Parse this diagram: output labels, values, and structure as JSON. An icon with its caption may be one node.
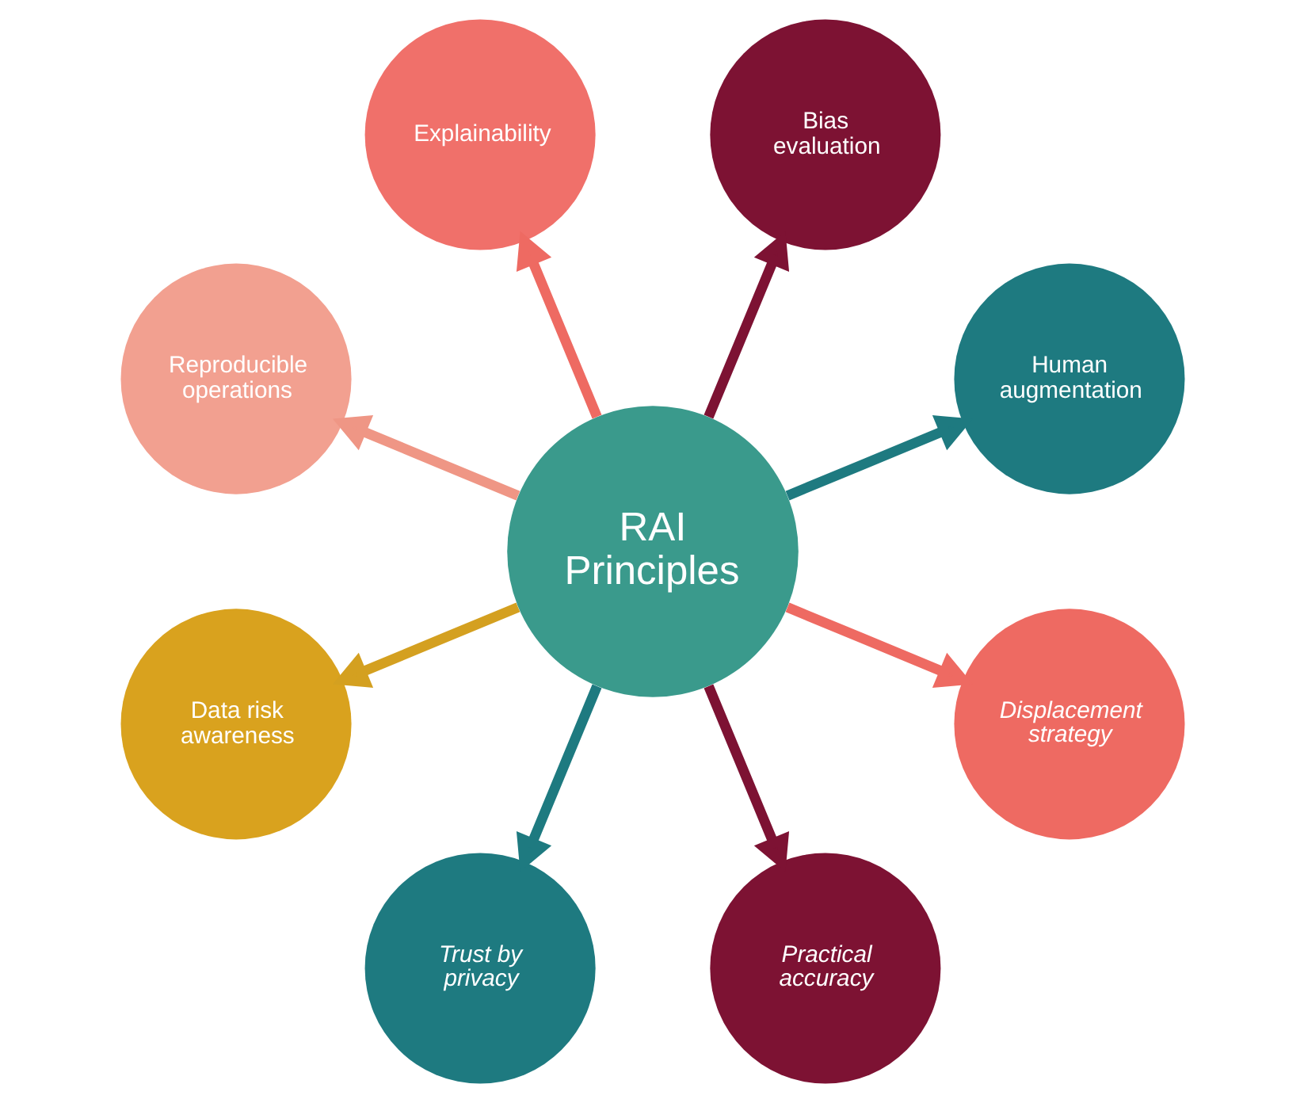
{
  "diagram": {
    "nodes": [
      {
        "text": [
          "RAI Principles"
        ]
      },
      {
        "text": [
          "Human augmentation"
        ]
      },
      {
        "text": [
          "Bias evaluation"
        ]
      },
      {
        "text": [
          "Explainability"
        ]
      },
      {
        "text": [
          "Reproducible operations"
        ]
      },
      {
        "text": [
          "Data risk awareness"
        ]
      },
      {
        "text": [
          "Trust by privacy"
        ]
      },
      {
        "text": [
          "Practical accuracy"
        ]
      },
      {
        "text": [
          "Displacement strategy"
        ]
      }
    ],
    "edges": [
      {
        "from": 0,
        "to": 1,
        "arrow": "to",
        "color": "#1e7a80"
      },
      {
        "from": 0,
        "to": 2,
        "arrow": "to",
        "color": "#7d1233"
      },
      {
        "from": 0,
        "to": 3,
        "arrow": "to",
        "color": "#ee6a62"
      },
      {
        "from": 0,
        "to": 4,
        "arrow": "to",
        "color": "#ef9685"
      },
      {
        "from": 0,
        "to": 5,
        "arrow": "to",
        "color": "#d4a020"
      },
      {
        "from": 0,
        "to": 6,
        "arrow": "to",
        "color": "#1e7a80"
      },
      {
        "from": 0,
        "to": 7,
        "arrow": "to",
        "color": "#7d1233"
      },
      {
        "from": 0,
        "to": 8,
        "arrow": "to",
        "color": "#ee6a62"
      }
    ]
  }
}
